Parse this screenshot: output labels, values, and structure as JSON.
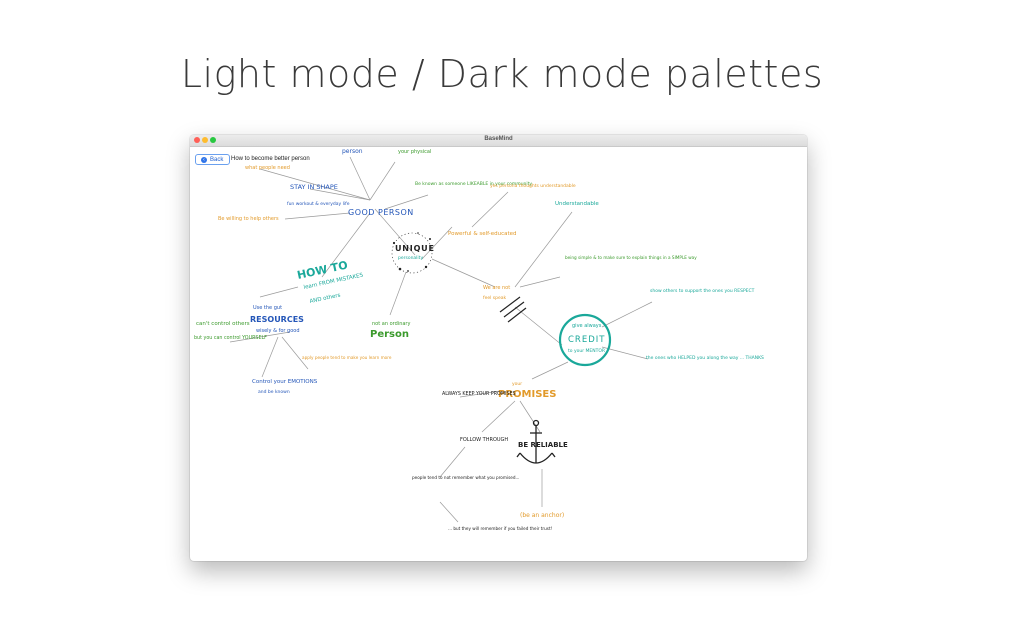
{
  "heading": "Light mode / Dark mode palettes",
  "window": {
    "title": "BaseMind",
    "back_label": "Back",
    "doc_title": "How to become better person"
  },
  "colors": {
    "blue": "#2456b8",
    "green": "#3b9a2c",
    "orange": "#e29a2a",
    "teal": "#1aa89a",
    "black": "#222222",
    "line": "#9a9a9a"
  },
  "nodes": {
    "person_top": "person",
    "physical": "your physical",
    "what_people_need": "what people need",
    "stay_in_shape": "STAY IN SHAPE",
    "fun_workout": "fun workout & everyday life",
    "good_person": "GOOD PERSON",
    "be_willing": "Be willing to help others",
    "known_reliable": "Be known as someone LIKEABLE in your community",
    "yes_persona": "yes persona thoughts understandable",
    "powerful_self": "Powerful & self-educated",
    "understandable": "Understandable",
    "unique": "UNIQUE",
    "personality": "personality",
    "how_to": "HOW TO",
    "learn_from_mistakes": "learn FROM MISTAKES",
    "and_others": "AND others",
    "use_gut": "Use the gut",
    "resources": "RESOURCES",
    "wisely_good": "wisely & for good",
    "cant_control": "can't control others",
    "but_you": "but you can control YOURSELF",
    "control_emotions": "Control your EMOTIONS",
    "and_be_known": "and be known",
    "apply_people": "apply people tend to make you learn more",
    "not_ordinary": "not an ordinary",
    "person": "Person",
    "we_are_not": "We are not",
    "feel_speak": "feel speak",
    "being_simple": "being simple & to make sure to explain things in a SIMPLE way",
    "give_always": "give always",
    "credit": "CREDIT",
    "your_mentor": "to your MENTOR",
    "show_others": "show others to support the ones you RESPECT",
    "ones_helped": "the ones who HELPED you along the way ... THANKS",
    "your_promises": "your",
    "promises": "PROMISES",
    "always_keep": "ALWAYS KEEP YOUR PROMISES",
    "follow_through": "FOLLOW THROUGH",
    "be_reliable": "BE RELIABLE",
    "people_dont_remember": "people tend to not remember what you promised...",
    "but_they_remember": "... but they will remember if you failed their trust!",
    "be_an_anchor": "(be an anchor)"
  }
}
